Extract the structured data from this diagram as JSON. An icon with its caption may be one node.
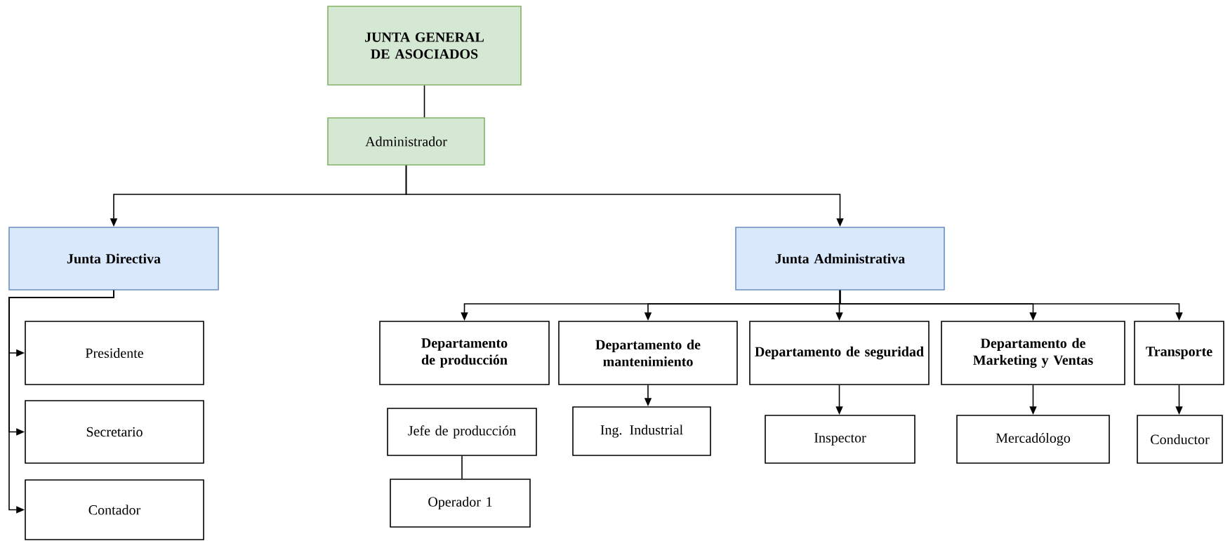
{
  "diagram": {
    "nodes": [
      {
        "text": [
          "JUNTA GENERAL DE ASOCIADOS"
        ]
      },
      {
        "text": [
          "Administrador"
        ]
      },
      {
        "text": [
          "Junta Directiva"
        ]
      },
      {
        "text": [
          "Junta Administrativa"
        ]
      },
      {
        "text": [
          "Presidente"
        ]
      },
      {
        "text": [
          "Secretario"
        ]
      },
      {
        "text": [
          "Contador"
        ]
      },
      {
        "text": [
          "Departamento de producción"
        ]
      },
      {
        "text": [
          "Departamento de mantenimiento"
        ]
      },
      {
        "text": [
          "Departamento de seguridad"
        ]
      },
      {
        "text": [
          "Departamento de Marketing y Ventas"
        ]
      },
      {
        "text": [
          "Transporte"
        ]
      },
      {
        "text": [
          "Jefe de producción"
        ]
      },
      {
        "text": [
          "Operador 1"
        ]
      },
      {
        "text": [
          "Ing. Industrial"
        ]
      },
      {
        "text": [
          "Inspector"
        ]
      },
      {
        "text": [
          "Mercadólogo"
        ]
      },
      {
        "text": [
          "Conductor"
        ]
      }
    ],
    "edges": [
      {
        "from": 0,
        "to": 1,
        "arrow": "none"
      },
      {
        "from": 1,
        "to": 2,
        "arrow": "to"
      },
      {
        "from": 1,
        "to": 3,
        "arrow": "to"
      },
      {
        "from": 2,
        "to": 4,
        "arrow": "to"
      },
      {
        "from": 2,
        "to": 5,
        "arrow": "to"
      },
      {
        "from": 2,
        "to": 6,
        "arrow": "to"
      },
      {
        "from": 3,
        "to": 7,
        "arrow": "to"
      },
      {
        "from": 3,
        "to": 8,
        "arrow": "to"
      },
      {
        "from": 3,
        "to": 9,
        "arrow": "to"
      },
      {
        "from": 3,
        "to": 10,
        "arrow": "to"
      },
      {
        "from": 3,
        "to": 11,
        "arrow": "to"
      },
      {
        "from": 12,
        "to": 13,
        "arrow": "none"
      },
      {
        "from": 8,
        "to": 14,
        "arrow": "to"
      },
      {
        "from": 9,
        "to": 15,
        "arrow": "to"
      },
      {
        "from": 10,
        "to": 16,
        "arrow": "to"
      },
      {
        "from": 11,
        "to": 17,
        "arrow": "to"
      }
    ]
  }
}
